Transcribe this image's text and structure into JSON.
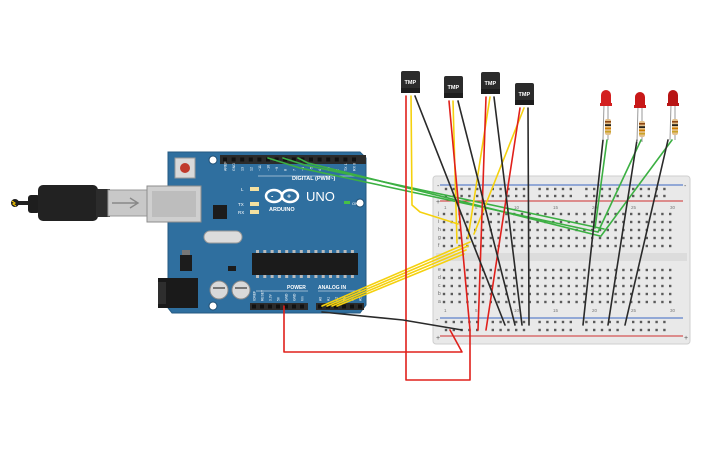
{
  "arduino": {
    "brand": "ARDUINO",
    "model": "UNO",
    "digital_label": "DIGITAL (PWM~)",
    "power_label": "POWER",
    "analog_label": "ANALOG IN",
    "on_label": "ON",
    "led_labels": [
      "L",
      "TX",
      "RX"
    ],
    "top_pin_labels": [
      "AREF",
      "GND",
      "13",
      "12",
      "~11",
      "~10",
      "~9",
      "8",
      "7",
      "~6",
      "~5",
      "4",
      "~3",
      "2",
      "TX 1",
      "RX 0"
    ],
    "power_pin_labels": [
      "IOREF",
      "RESET",
      "3.3V",
      "5V",
      "GND",
      "GND",
      "Vin"
    ],
    "analog_pin_labels": [
      "A0",
      "A1",
      "A2",
      "A3",
      "A4",
      "A5"
    ],
    "colors": {
      "board": "#2f6f9f",
      "board_edge": "#245a82",
      "header": "#2b2b2b"
    }
  },
  "sensors": [
    {
      "label": "TMP"
    },
    {
      "label": "TMP"
    },
    {
      "label": "TMP"
    },
    {
      "label": "TMP"
    }
  ],
  "leds": [
    {
      "color": "#d32020"
    },
    {
      "color": "#c81818"
    },
    {
      "color": "#b81515"
    }
  ],
  "breadboard": {
    "row_letters_top": [
      "j",
      "i",
      "h",
      "g",
      "f"
    ],
    "row_letters_bottom": [
      "e",
      "d",
      "c",
      "b",
      "a"
    ],
    "column_numbers": [
      "1",
      "5",
      "10",
      "15",
      "20",
      "25",
      "30"
    ],
    "rail_plus": "+",
    "rail_minus": "-"
  },
  "wire_colors": {
    "red": "#e0201b",
    "black": "#2a2a2a",
    "green": "#3cb043",
    "yellow": "#f5d10e"
  }
}
